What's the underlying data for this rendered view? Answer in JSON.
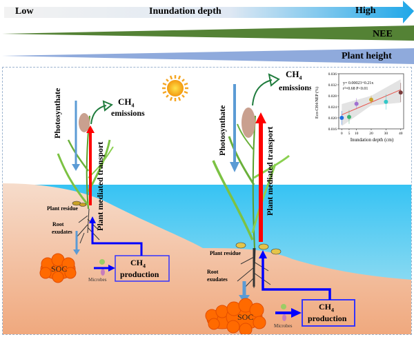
{
  "header": {
    "depth_bar": {
      "low_label": "Low",
      "title": "Inundation depth",
      "high_label": "High"
    },
    "nee_label": "NEE",
    "plant_height_label": "Plant height"
  },
  "left_scene": {
    "photosynthate": "Photosynthate",
    "transport": "Plant mediated transport",
    "ch4_label": "CH",
    "ch4_sub": "4",
    "emissions": "emissions",
    "plant_residue": "Plant residue",
    "root": "Root",
    "exudates": "exudates",
    "soc": "SOC",
    "microbes": "Microbes",
    "production_ch4": "CH",
    "production_sub": "4",
    "production": "production"
  },
  "right_scene": {
    "photosynthate": "Photosynthate",
    "transport": "Plant mediated transport",
    "ch4_label": "CH",
    "ch4_sub": "4",
    "emissions": "emissions",
    "plant_residue": "Plant residue",
    "root": "Root",
    "exudates": "exudates",
    "soc": "SOC",
    "microbes": "Microbes",
    "production_ch4": "CH",
    "production_sub": "4",
    "production": "production"
  },
  "colors": {
    "photosynthate_arrow": "#5b9bd5",
    "transport_arrow": "#ff0000",
    "flow_arrow": "#0000ff",
    "emission_arrow": "#1e7b3c",
    "soc": "#ff6a00",
    "nee": "#548235",
    "plant_height": "#8faadc",
    "water": "#3fc6f2",
    "soil": "#f2b48e"
  },
  "chart_data": {
    "type": "scatter",
    "title": "",
    "xlabel": "Inundation depth (cm)",
    "ylabel": "Eco-CH4/NEP (%)",
    "xlim": [
      -2,
      42
    ],
    "ylim": [
      0.016,
      0.036
    ],
    "xticks": [
      "0",
      "5",
      "10",
      "20",
      "30",
      "40"
    ],
    "yticks": [
      "0.016",
      "0.020",
      "0.024",
      "0.028",
      "0.032",
      "0.036"
    ],
    "annotation_line1": "y= 0.00023+0.21x",
    "annotation_line2": "r²=0.68 P<0.01",
    "points": [
      {
        "x": 0,
        "y": 0.02,
        "err": 0.0025,
        "color": "#1f6fe0"
      },
      {
        "x": 5,
        "y": 0.0203,
        "err": 0.0025,
        "color": "#3cb371"
      },
      {
        "x": 10,
        "y": 0.0251,
        "err": 0.002,
        "color": "#a070d0"
      },
      {
        "x": 20,
        "y": 0.0266,
        "err": 0.0015,
        "color": "#c9a227"
      },
      {
        "x": 30,
        "y": 0.0258,
        "err": 0.0028,
        "color": "#30c8c8"
      },
      {
        "x": 40,
        "y": 0.0292,
        "err": 0.0035,
        "color": "#7a3b3b"
      }
    ],
    "fit": {
      "x": [
        0,
        40
      ],
      "y": [
        0.0211,
        0.0302
      ],
      "color": "#e8524a"
    },
    "ci_band": {
      "x": [
        0,
        20,
        40
      ],
      "lower": [
        0.017,
        0.0245,
        0.0255
      ],
      "upper": [
        0.025,
        0.028,
        0.034
      ]
    },
    "grid": false,
    "legend": "none"
  }
}
